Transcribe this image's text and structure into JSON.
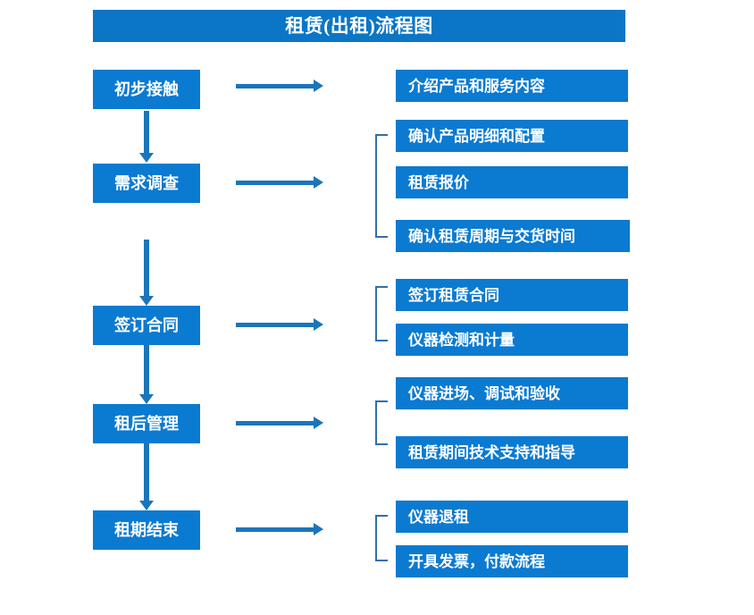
{
  "document": {
    "title": "租赁(出租)流程图",
    "accent_color": "#0b7ad1",
    "title_bar_color": "#0b76c6",
    "arrow_color": "#1b75bb",
    "bracket_color": "#2f6fae",
    "text_color": "#ffffff",
    "background_color": "#ffffff"
  },
  "stages": [
    {
      "label": "初步接触"
    },
    {
      "label": "需求调查"
    },
    {
      "label": "签订合同"
    },
    {
      "label": "租后管理"
    },
    {
      "label": "租期结束"
    }
  ],
  "details": {
    "group1": [
      {
        "label": "介绍产品和服务内容"
      }
    ],
    "group2": [
      {
        "label": "确认产品明细和配置"
      },
      {
        "label": "租赁报价"
      },
      {
        "label": "确认租赁周期与交货时间"
      }
    ],
    "group3": [
      {
        "label": "签订租赁合同"
      },
      {
        "label": "仪器检测和计量"
      }
    ],
    "group4": [
      {
        "label": "仪器进场、调试和验收"
      },
      {
        "label": "租赁期间技术支持和指导"
      }
    ],
    "group5": [
      {
        "label": "仪器退租"
      },
      {
        "label": "开具发票，付款流程"
      }
    ]
  }
}
